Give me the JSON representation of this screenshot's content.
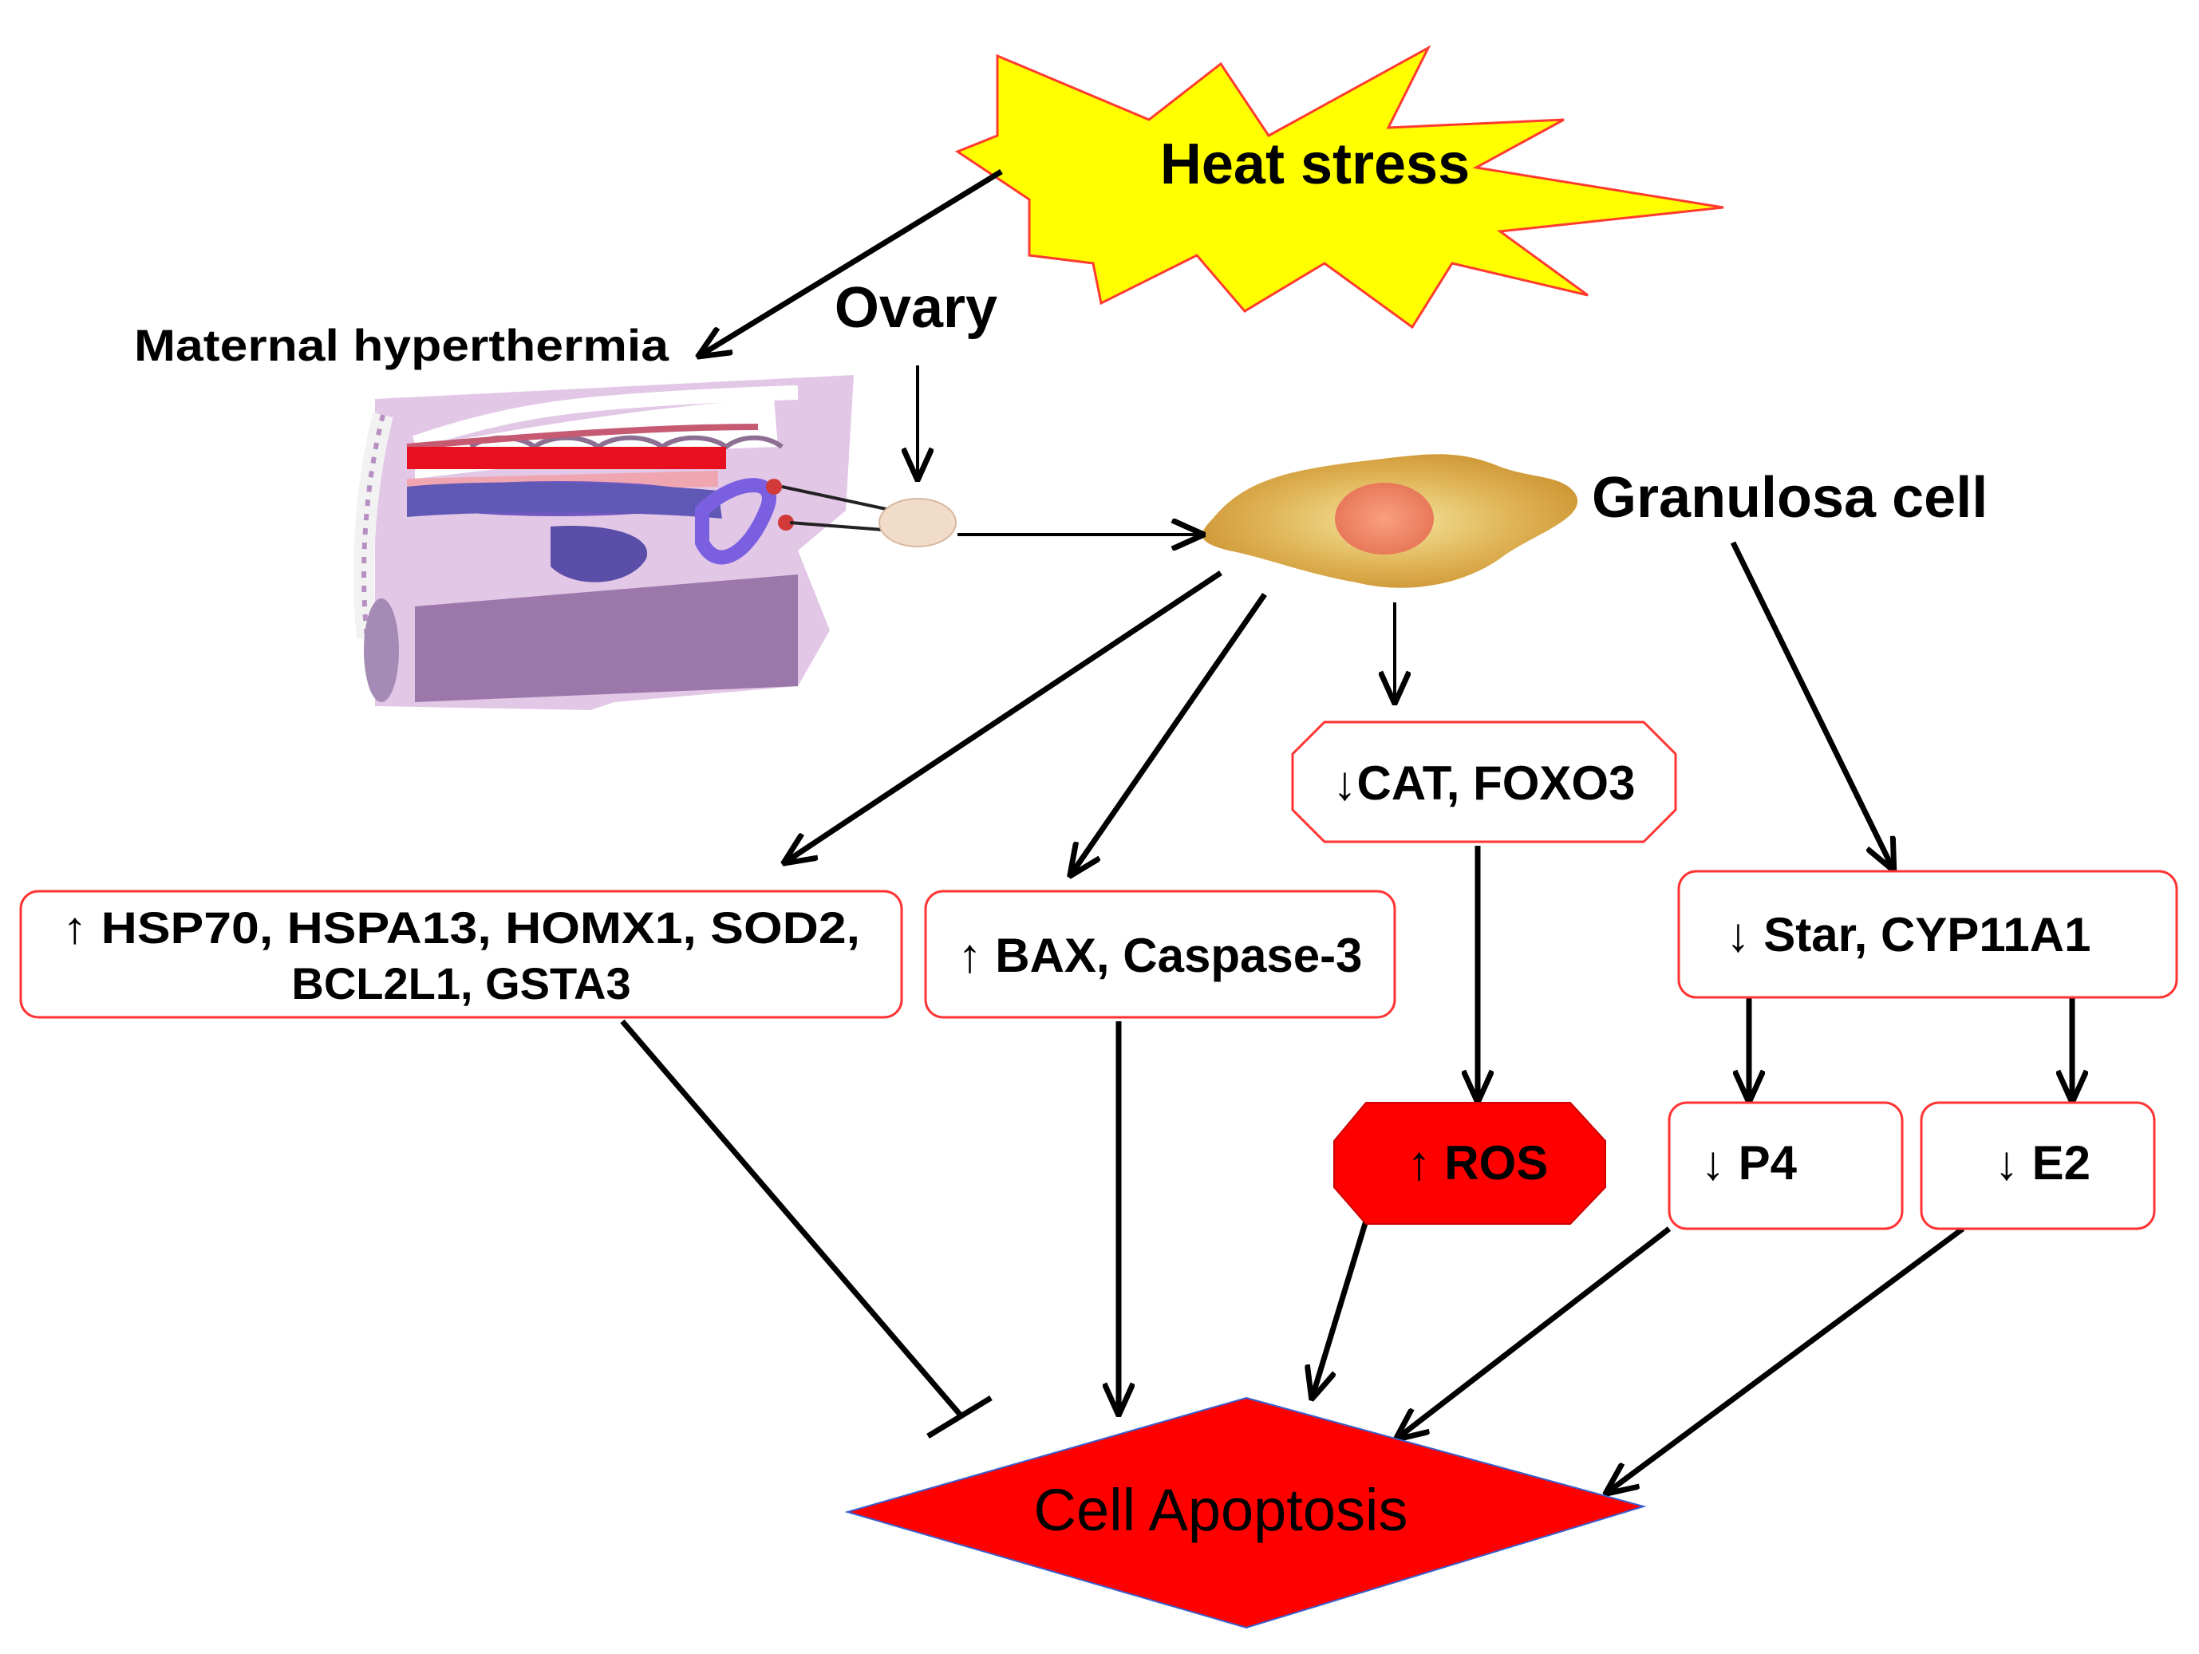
{
  "nodes": {
    "heat_stress": "Heat stress",
    "maternal_hyperthermia": "Maternal hyperthermia",
    "ovary": "Ovary",
    "granulosa_cell": "Granulosa cell",
    "hsp_line1": "↑ HSP70, HSPA13, HOMX1, SOD2,",
    "hsp_line2": "BCL2L1, GSTA3",
    "bax": "↑ BAX, Caspase-3",
    "cat": "↓CAT, FOXO3",
    "star": "↓ Star, CYP11A1",
    "ros": "↑ ROS",
    "p4": "↓ P4",
    "e2": "↓ E2",
    "apoptosis": "Cell Apoptosis"
  },
  "colors": {
    "burst_fill": "#ffff00",
    "burst_stroke": "#ff3b30",
    "box_stroke": "#ff3333",
    "red_fill": "#ff0000",
    "cell_body": "#d9a441",
    "cell_nucleus": "#f08a6a",
    "arrow": "#000000"
  },
  "icons": {
    "ovary_anatomy": "reproductive-tract-illustration",
    "granulosa": "granulosa-cell-illustration"
  }
}
